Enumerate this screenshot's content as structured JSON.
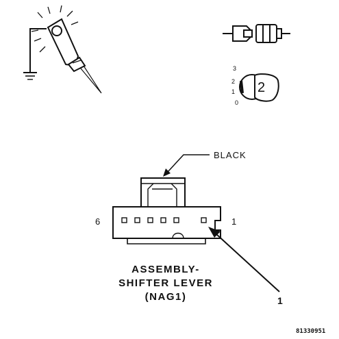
{
  "labels": {
    "wire_color": "BLACK",
    "pin_left": "6",
    "pin_right": "1",
    "callout": "1",
    "title_line1": "ASSEMBLY-",
    "title_line2": "SHIFTER LEVER",
    "title_line3": "(NAG1)",
    "figure_id": "81330951"
  },
  "key_scale": [
    "3",
    "2",
    "1",
    "0"
  ],
  "key_number": "2",
  "connector": {
    "cavity_count": 6
  },
  "icons": [
    "test-light-icon",
    "ground-symbol-icon",
    "connector-disconnect-icon",
    "ignition-key-icon"
  ]
}
